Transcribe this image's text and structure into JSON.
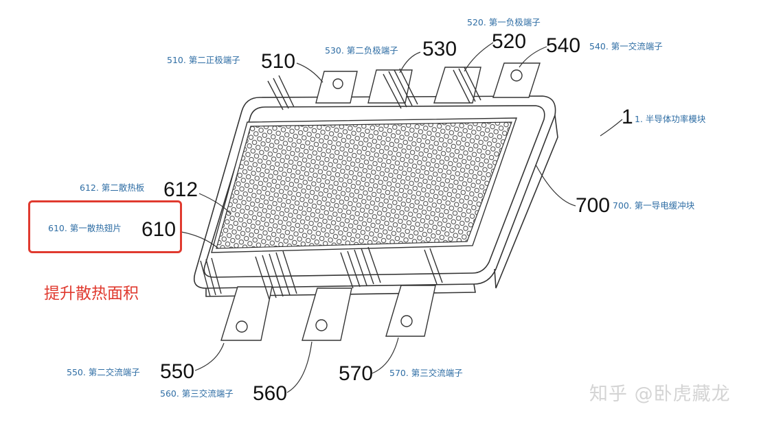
{
  "labels": {
    "l510": "510. 第二正极端子",
    "l530": "530. 第二负极端子",
    "l520": "520. 第一负极端子",
    "l540": "540. 第一交流端子",
    "l1": "1. 半导体功率模块",
    "l612": "612. 第二散热板",
    "l610": "610. 第一散热翅片",
    "l700": "700. 第一导电缓冲块",
    "l550": "550. 第二交流端子",
    "l560": "560. 第三交流端子",
    "l570": "570. 第三交流端子"
  },
  "numbers": {
    "n510": "510",
    "n530": "530",
    "n520": "520",
    "n540": "540",
    "n1": "1",
    "n612": "612",
    "n610": "610",
    "n700": "700",
    "n550": "550",
    "n560": "560",
    "n570": "570"
  },
  "annotation": "提升散热面积",
  "watermark": "知乎 @卧虎藏龙",
  "colors": {
    "label": "#2e6da4",
    "highlight": "#e03a2f",
    "line": "#333333"
  }
}
